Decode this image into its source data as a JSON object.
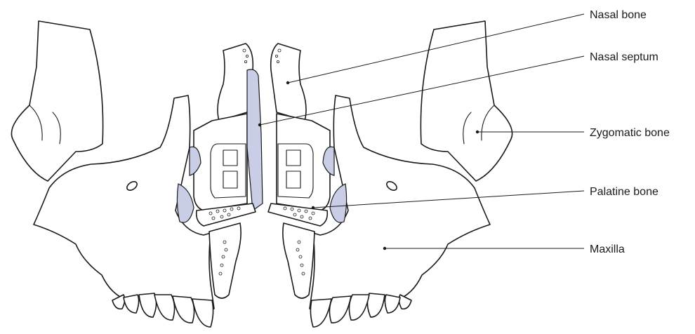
{
  "labels": {
    "nasal_bone": "Nasal bone",
    "nasal_septum": "Nasal septum",
    "zygomatic_bone": "Zygomatic bone",
    "palatine_bone": "Palatine bone",
    "maxilla": "Maxilla"
  },
  "colors": {
    "outline": "#1a1a1a",
    "bone_fill": "#ffffff",
    "cavity_fill": "#c9cde6",
    "label_text": "#1a1a1a"
  }
}
